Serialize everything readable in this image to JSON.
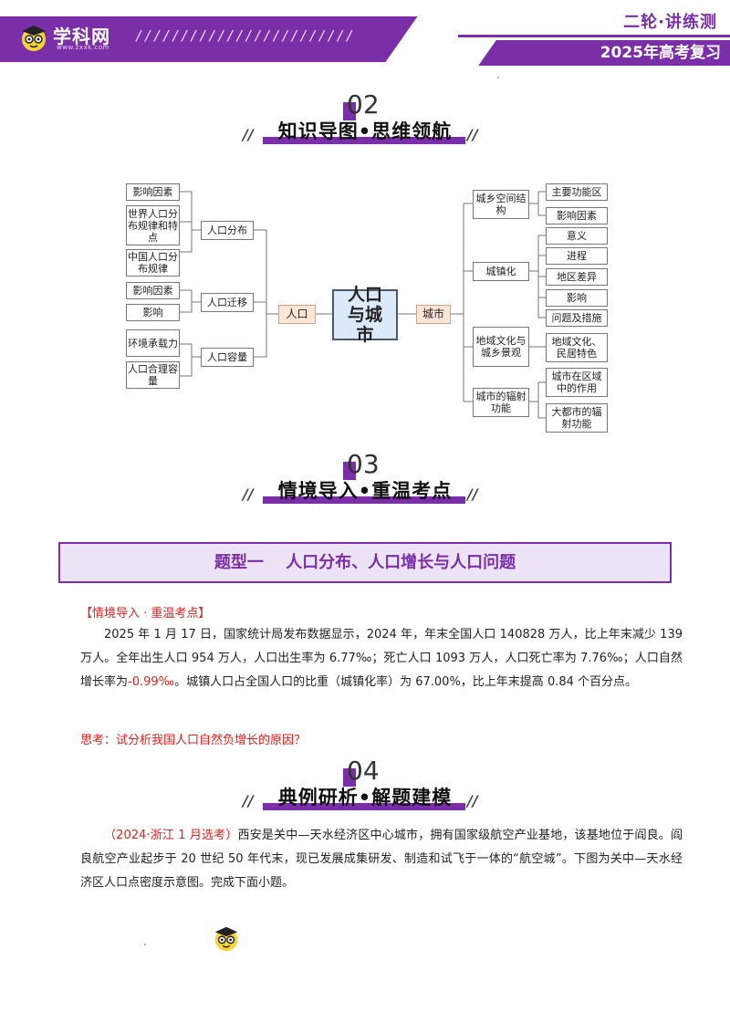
{
  "header": {
    "logo_text": "学科网",
    "logo_url": "www.zxxk.com",
    "slashes": "////////////////////////",
    "right_top": "二轮·讲练测",
    "right_bottom": "2025年高考复习"
  },
  "sections": [
    {
      "num": "02",
      "title": "知识导图•思维领航"
    },
    {
      "num": "03",
      "title": "情境导入•重温考点"
    },
    {
      "num": "04",
      "title": "典例研析•解题建模"
    }
  ],
  "slash_mark": "//",
  "mindmap": {
    "center": "人口与城市",
    "left_root": "人口",
    "right_root": "城市",
    "left_branches": [
      {
        "label": "人口分布",
        "leaves": [
          "影响因素",
          "世界人口分布规律和特点",
          "中国人口分布规律"
        ]
      },
      {
        "label": "人口迁移",
        "leaves": [
          "影响因素",
          "影响"
        ]
      },
      {
        "label": "人口容量",
        "leaves": [
          "环境承载力",
          "人口合理容量"
        ]
      }
    ],
    "right_branches": [
      {
        "label": "城乡空间结构",
        "leaves": [
          "主要功能区",
          "影响因素"
        ]
      },
      {
        "label": "城镇化",
        "leaves": [
          "意义",
          "进程",
          "地区差异",
          "影响",
          "问题及措施"
        ]
      },
      {
        "label": "地域文化与城乡景观",
        "leaves": [
          "地域文化、民居特色"
        ]
      },
      {
        "label": "城市的辐射功能",
        "leaves": [
          "城市在区域中的作用",
          "大都市的辐射功能"
        ]
      }
    ]
  },
  "question_type": "题型一　 人口分布、人口增长与人口问题",
  "context": {
    "label": "【情境导入 · 重温考点】",
    "para_a": "2025 年 1 月 17 日，国家统计局发布数据显示，2024 年，年末全国人口 140828 万人，比上年末减少 139 万人。全年出生人口 954 万人，人口出生率为 6.77‰；死亡人口 1093 万人，人口死亡率为 7.76‰；人口自然增长率为",
    "para_red": "-0.99‰",
    "para_b": "。城镇人口占全国人口的比重（城镇化率）为 67.00%，比上年末提高 0.84 个百分点。",
    "think": "思考：试分析我国人口自然负增长的原因？"
  },
  "example": {
    "source": "（2024·浙江 1 月选考）",
    "text": "西安是关中—天水经济区中心城市，拥有国家级航空产业基地，该基地位于阎良。阎良航空产业起步于 20 世纪 50 年代末，现已发展成集研发、制造和试飞于一体的“航空城”。下图为关中—天水经济区人口点密度示意图。完成下面小题。"
  },
  "colors": {
    "brand": "#7a2ea8",
    "accent_red": "#d22222",
    "node_peach": "#fde6d6",
    "node_center": "#dbe9f8"
  }
}
